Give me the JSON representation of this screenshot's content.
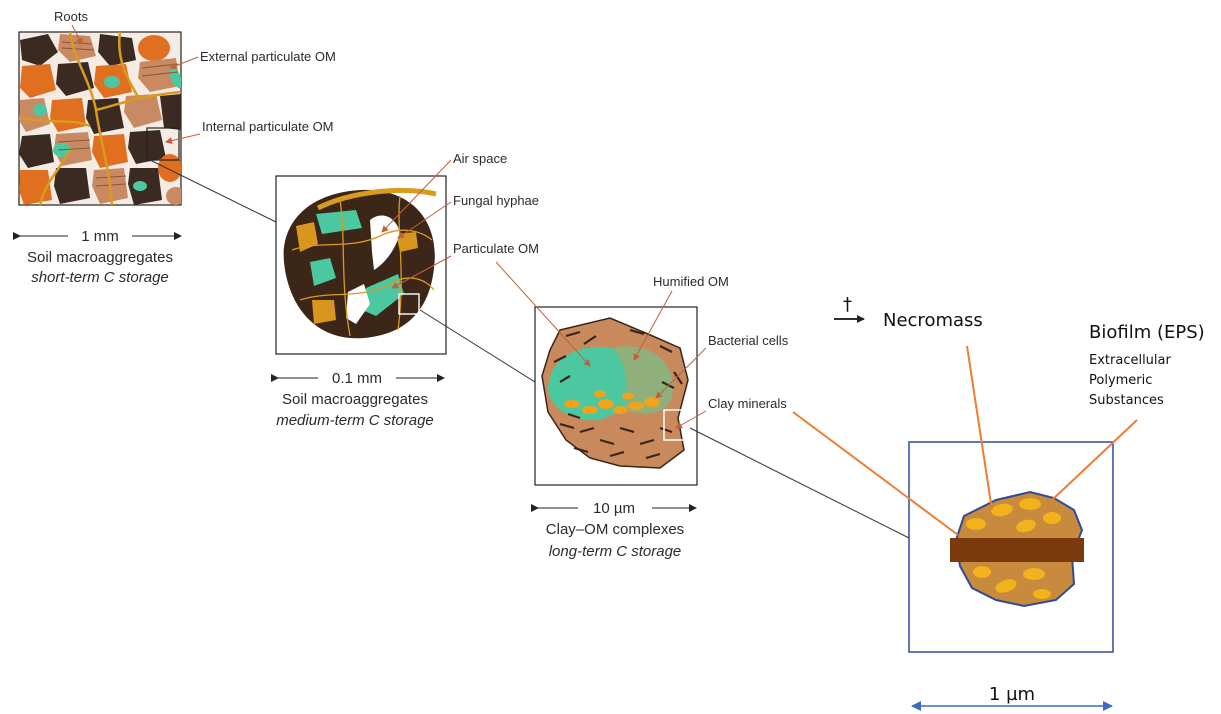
{
  "labels": {
    "roots": "Roots",
    "external_pom": "External particulate OM",
    "internal_pom": "Internal particulate OM",
    "air_space": "Air space",
    "fungal_hyphae": "Fungal hyphae",
    "particulate_om": "Particulate OM",
    "humified_om": "Humified OM",
    "bacterial_cells": "Bacterial cells",
    "clay_minerals": "Clay minerals",
    "necromass": "Necromass",
    "dagger": "†",
    "biofilm_title": "Biofilm (EPS)",
    "biofilm_line1": "Extracellular",
    "biofilm_line2": "Polymeric",
    "biofilm_line3": "Substances"
  },
  "panels": [
    {
      "scale": "1 mm",
      "caption": "Soil macroaggregates",
      "storage": "short-term C storage"
    },
    {
      "scale": "0.1 mm",
      "caption": "Soil macroaggregates",
      "storage": "medium-term C storage"
    },
    {
      "scale": "10 µm",
      "caption": "Clay–OM complexes",
      "storage": "long-term C storage"
    },
    {
      "scale": "1 µm"
    }
  ],
  "colors": {
    "orange_particle": "#e0701f",
    "dark_particle": "#3a2a22",
    "tan_particle": "#c98a63",
    "green_om": "#4cc8a0",
    "hyphae": "#d99a1e",
    "aggregate_brown": "#3b2618",
    "clay_body": "#c88a5c",
    "cell_yellow": "#f2a31b",
    "clay_band": "#7a3a0e",
    "blue_outline": "#2f4a9a",
    "leader_orange": "#ed7d31"
  }
}
